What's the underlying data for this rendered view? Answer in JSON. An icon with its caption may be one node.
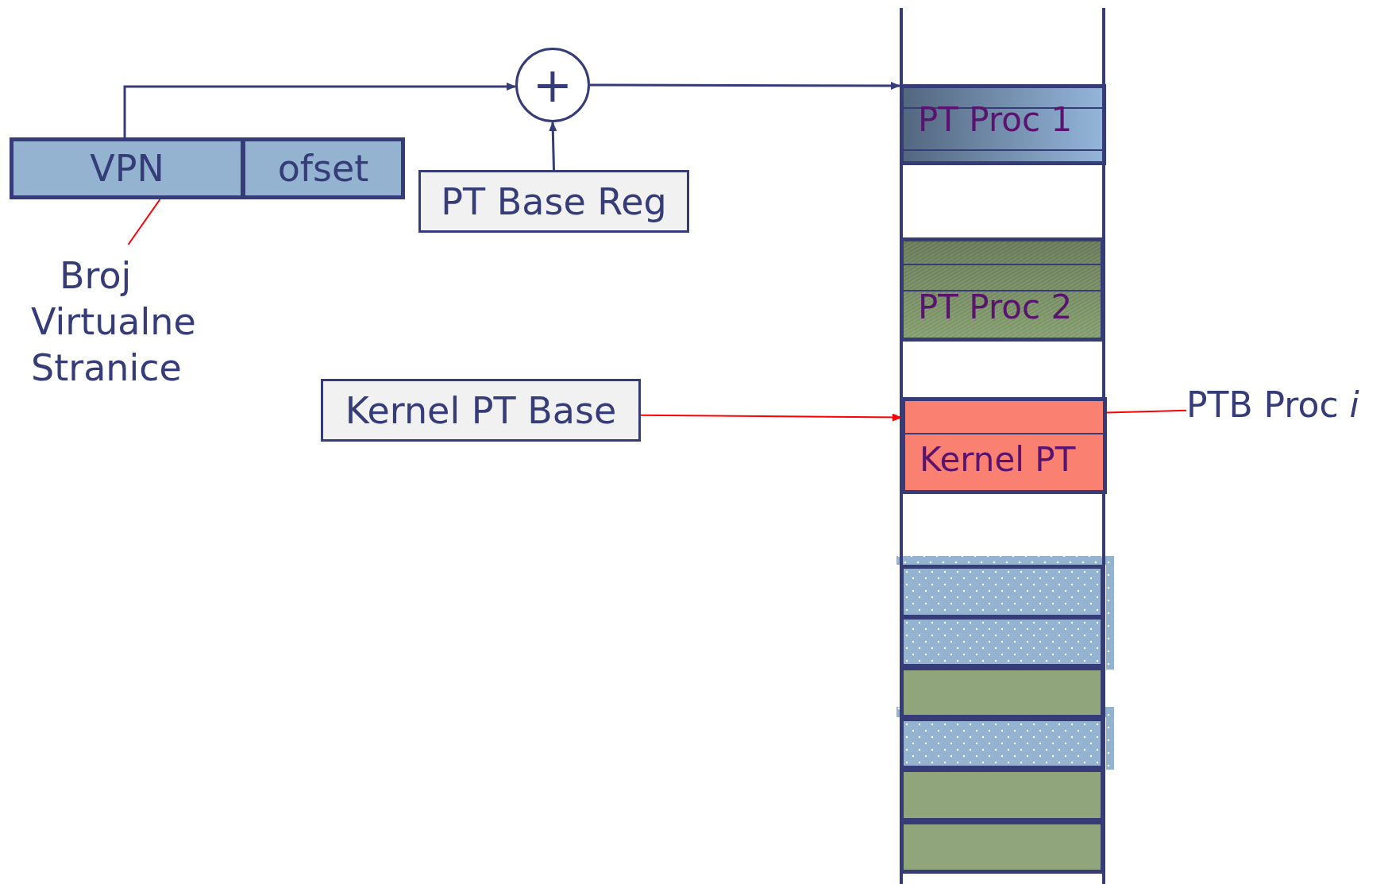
{
  "diagram": {
    "nodes": [
      {
        "text": [
          "VPN"
        ]
      },
      {
        "text": [
          "ofset"
        ]
      },
      {
        "text": [
          "+"
        ]
      },
      {
        "text": [
          "PT Base Reg"
        ]
      },
      {
        "text": [
          "Broj Virtualne Stranice"
        ]
      },
      {
        "text": [
          "Kernel PT Base"
        ]
      },
      {
        "text": [
          "PT Proc 1"
        ]
      },
      {
        "text": [
          "PT Proc 2"
        ]
      },
      {
        "text": [
          "Kernel PT"
        ]
      },
      {
        "text": [
          "PTB Proc *i*"
        ]
      },
      {
        "text": [],
        "shape": "box"
      },
      {
        "text": [],
        "shape": "box"
      },
      {
        "text": [],
        "shape": "box"
      },
      {
        "text": [],
        "shape": "box"
      },
      {
        "text": [],
        "shape": "box"
      },
      {
        "text": [],
        "shape": "box"
      }
    ],
    "edges": [
      {
        "from": 0,
        "to": 2,
        "arrow": "to"
      },
      {
        "from": 3,
        "to": 2,
        "arrow": "to"
      },
      {
        "from": 2,
        "to": 6,
        "arrow": "to"
      },
      {
        "from": 5,
        "to": 8,
        "arrow": "to",
        "color": "#ff0000"
      },
      {
        "from": 4,
        "to": 0,
        "arrow": "none",
        "color": "#ff0000"
      },
      {
        "from": 9,
        "to": 8,
        "arrow": "none",
        "color": "#ff0000"
      }
    ]
  }
}
